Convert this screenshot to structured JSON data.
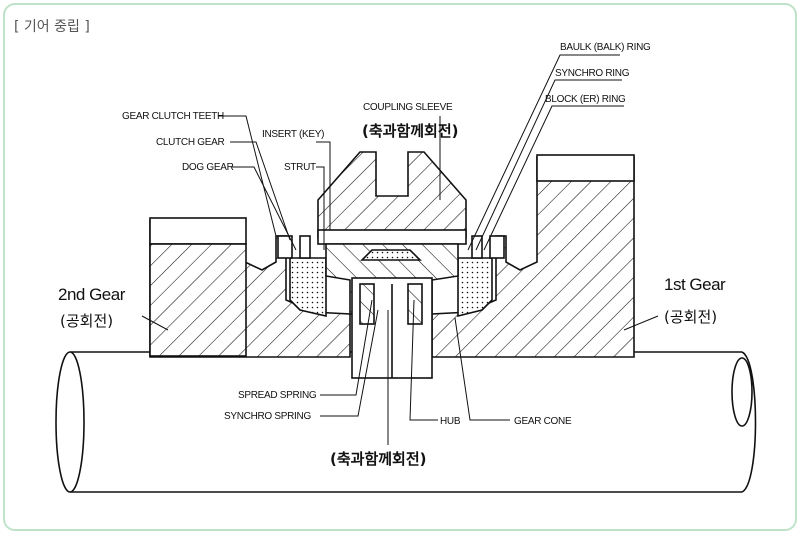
{
  "title": "[ 기어 중립 ]",
  "labels": {
    "gear_clutch_teeth": "GEAR CLUTCH TEETH",
    "clutch_gear": "CLUTCH GEAR",
    "dog_gear": "DOG GEAR",
    "insert_key": "INSERT (KEY)",
    "strut": "STRUT",
    "coupling_sleeve": "COUPLING SLEEVE",
    "sleeve_rotation": "(축과함께회전)",
    "baulk_ring": "BAULK (BALK) RING",
    "synchro_ring": "SYNCHRO RING",
    "blocker_ring": "BLOCK (ER) RING",
    "second_gear": "2nd Gear",
    "second_gear_note": "(공회전)",
    "first_gear": "1st Gear",
    "first_gear_note": "(공회전)",
    "spread_spring": "SPREAD SPRING",
    "synchro_spring": "SYNCHRO SPRING",
    "hub": "HUB",
    "gear_cone": "GEAR CONE",
    "hub_rotation": "(축과함께회전)"
  },
  "colors": {
    "frame": "#bfe3c9",
    "line": "#111111",
    "title": "#555555"
  }
}
